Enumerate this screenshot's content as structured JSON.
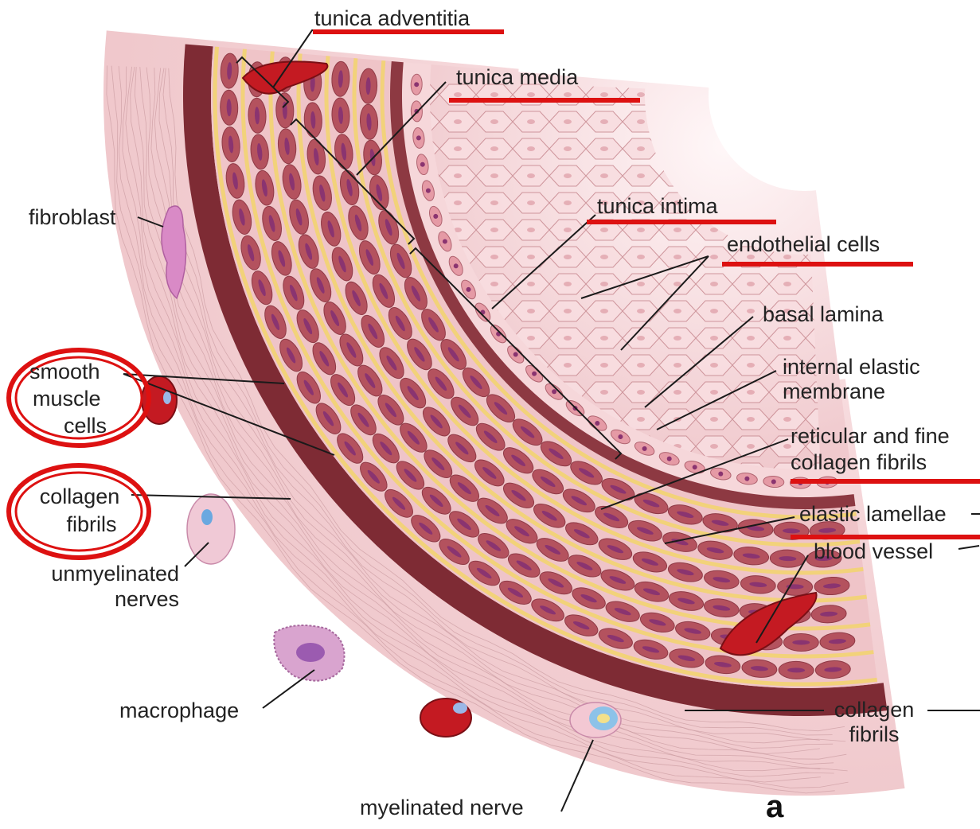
{
  "diagram": {
    "labels": {
      "tunica_adventitia": "tunica adventitia",
      "tunica_media": "tunica  media",
      "tunica_intima": "tunica  intima",
      "endothelial_cells": "endothelial cells",
      "basal_lamina": "basal lamina",
      "internal_elastic_1": "internal elastic",
      "internal_elastic_2": "membrane",
      "reticular_1": "reticular and fine",
      "reticular_2": "collagen fibrils",
      "elastic_lamellae": "elastic lamellae",
      "blood_vessel": "blood vessel",
      "collagen_right_1": "collagen",
      "collagen_right_2": "fibrils",
      "myelinated_nerve": "myelinated nerve",
      "macrophage": "macrophage",
      "unmyelinated_1": "unmyelinated",
      "unmyelinated_2": "nerves",
      "collagen_left_1": "collagen",
      "collagen_left_2": "fibrils",
      "smooth_1": "smooth",
      "smooth_2": "muscle",
      "smooth_3": "cells",
      "fibroblast": "fibroblast",
      "panel_letter": "a"
    },
    "colors": {
      "highlight_red": "#dd1111",
      "wall_pink": "#e9b3b8",
      "muscle_cell": "#b4525e",
      "nucleus": "#8a3470",
      "elastic_yellow": "#f2d27a",
      "adventitia_dark": "#7e2b34",
      "blood_red": "#c41a22"
    }
  }
}
